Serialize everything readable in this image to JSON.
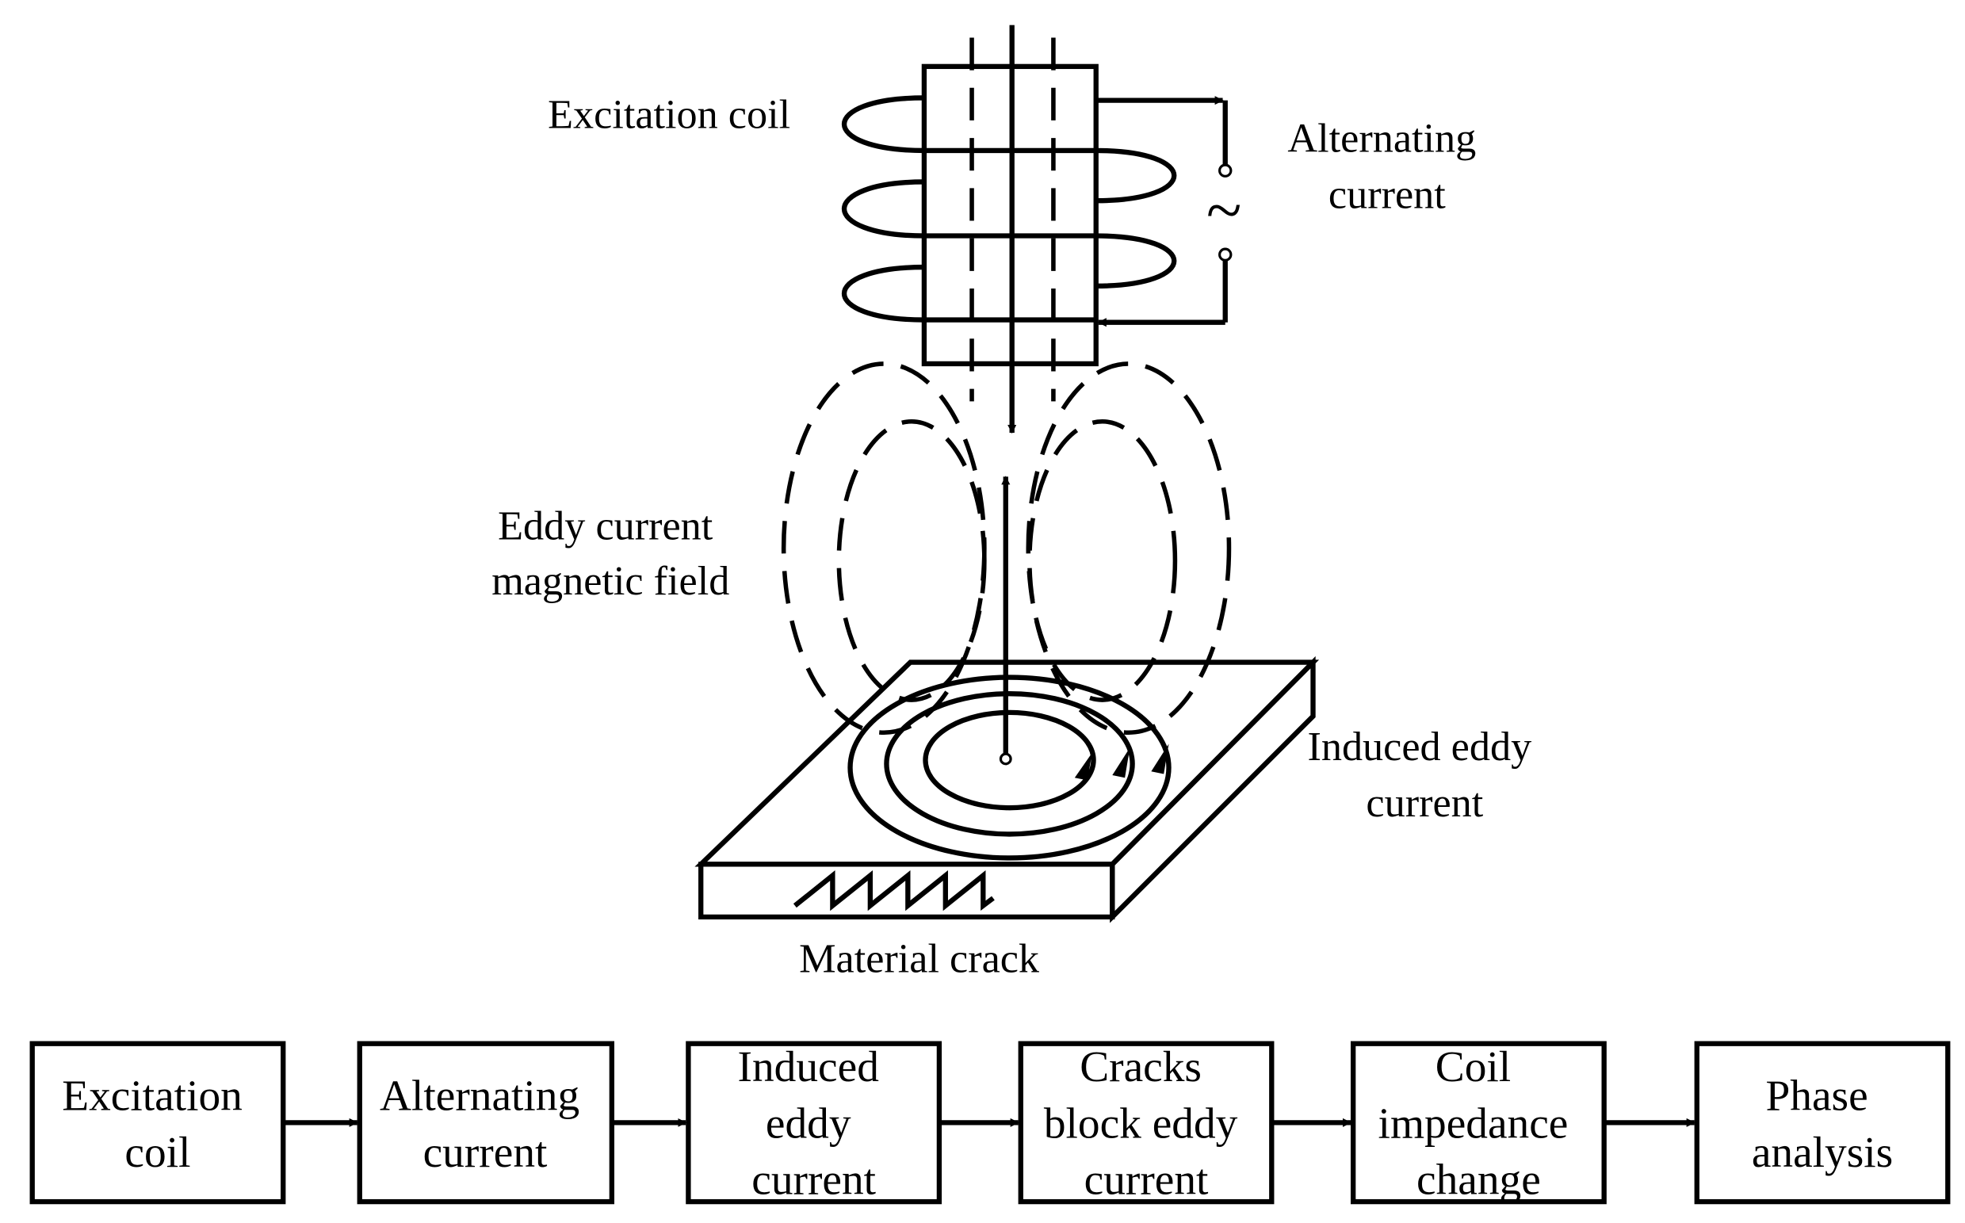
{
  "illustration": {
    "excitation_coil": "Excitation coil",
    "alternating_current": [
      "Alternating",
      "current"
    ],
    "ac_symbol": "~",
    "eddy_field": [
      "Eddy current",
      "magnetic field"
    ],
    "induced_eddy": [
      "Induced eddy",
      "current"
    ],
    "material_crack": "Material crack"
  },
  "flow": {
    "steps": [
      {
        "lines": [
          "Excitation",
          "coil"
        ]
      },
      {
        "lines": [
          "Alternating",
          "current"
        ]
      },
      {
        "lines": [
          "Induced",
          "eddy",
          "current"
        ]
      },
      {
        "lines": [
          "Cracks",
          "block eddy",
          "current"
        ]
      },
      {
        "lines": [
          "Coil",
          "impedance",
          "change"
        ]
      },
      {
        "lines": [
          "Phase",
          "analysis"
        ]
      }
    ]
  }
}
